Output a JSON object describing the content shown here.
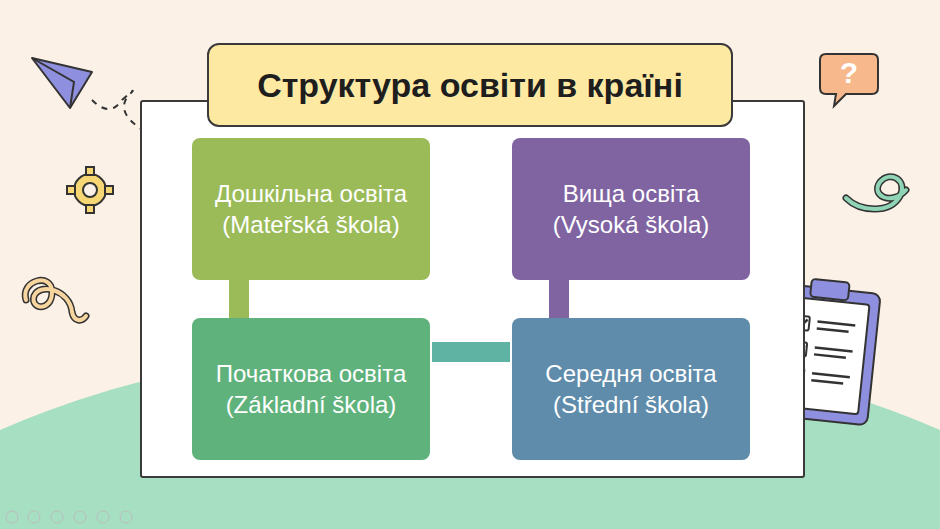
{
  "diagram": {
    "title": "Структура освіти в країні",
    "nodes": [
      {
        "text": [
          "Дошкільна освіта (Mateřská škola)"
        ]
      },
      {
        "text": [
          "Вища освіта (Vysoká škola)"
        ]
      },
      {
        "text": [
          "Початкова освіта (Základní škola)"
        ]
      },
      {
        "text": [
          "Середня освіта (Střední škola)"
        ]
      }
    ],
    "edges": [
      {
        "from": 0,
        "to": 2,
        "arrow": "none"
      },
      {
        "from": 2,
        "to": 3,
        "arrow": "none"
      },
      {
        "from": 3,
        "to": 1,
        "arrow": "none"
      }
    ],
    "labels": [
      "?"
    ]
  }
}
